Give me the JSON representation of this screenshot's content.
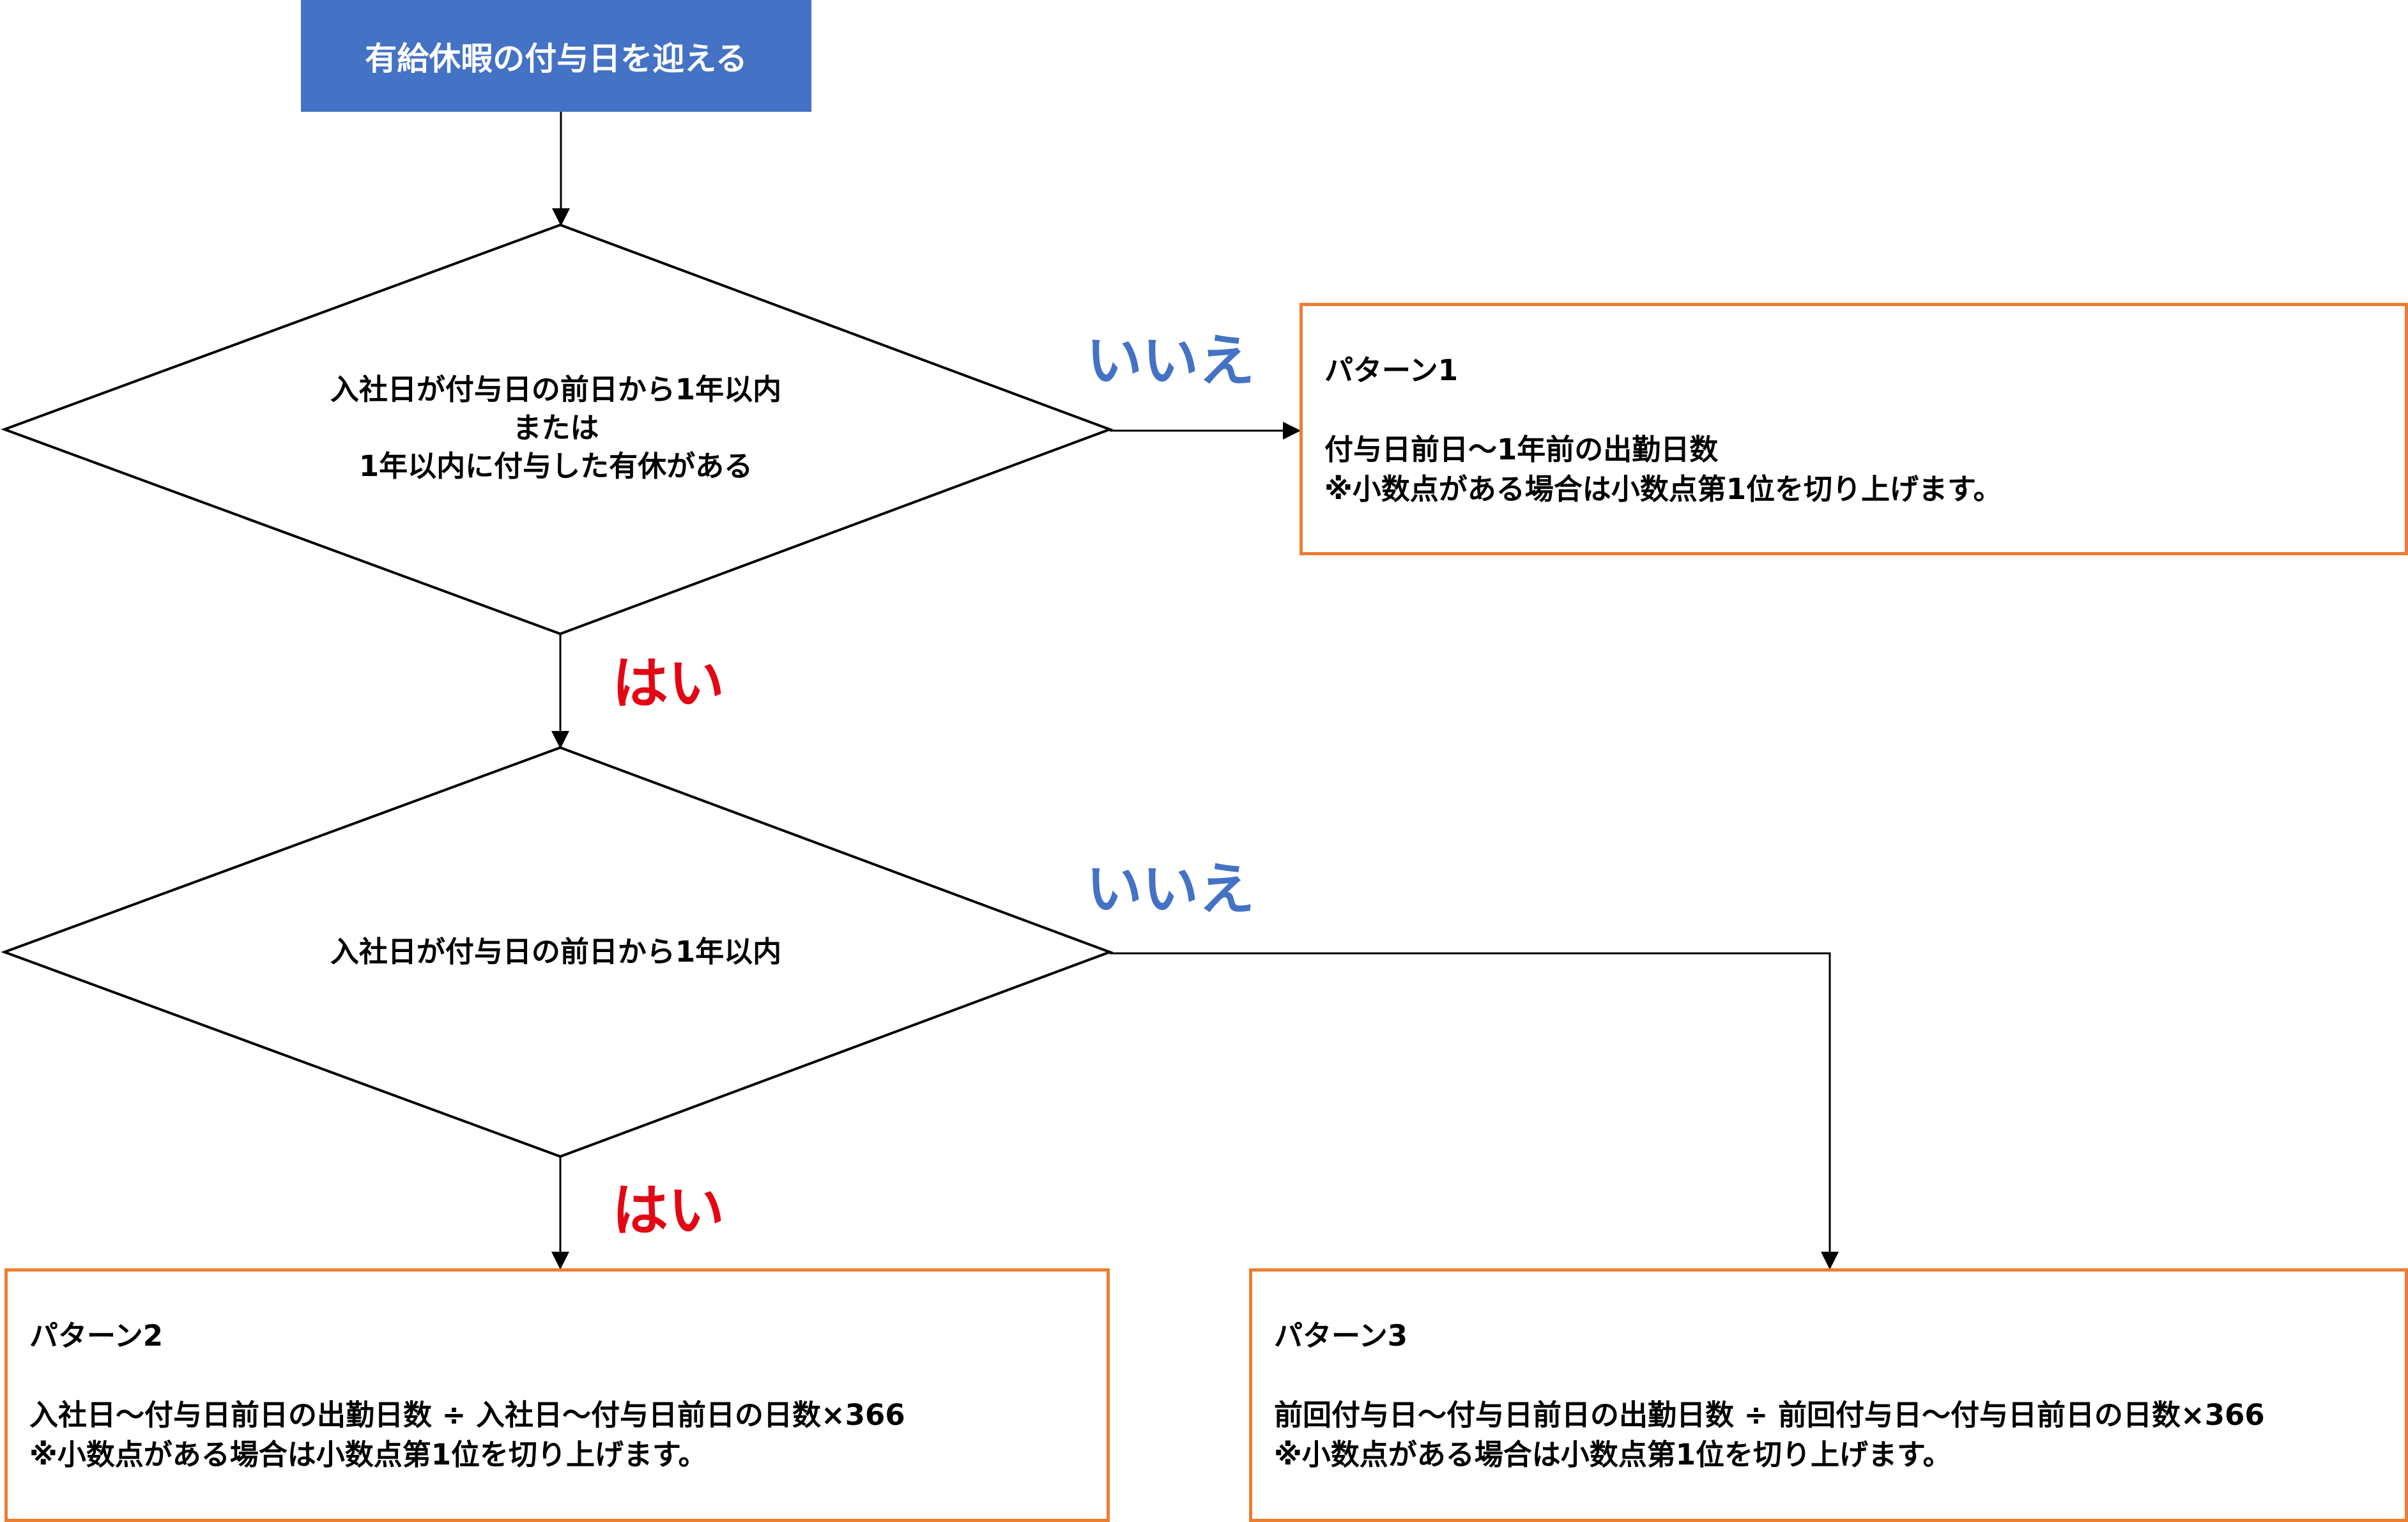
{
  "start": {
    "text": "有給休暇の付与日を迎える"
  },
  "decision1": {
    "lines": [
      "入社日が付与日の前日から1年以内",
      "または",
      "1年以内に付与した有休がある"
    ]
  },
  "decision2": {
    "text": "入社日が付与日の前日から1年以内"
  },
  "answers": {
    "no": "いいえ",
    "yes": "はい"
  },
  "pattern1": {
    "title": "パターン1",
    "formula": "付与日前日〜1年前の出勤日数",
    "note": "※小数点がある場合は小数点第1位を切り上げます。"
  },
  "pattern2": {
    "title": "パターン2",
    "formula": "入社日〜付与日前日の出勤日数 ÷ 入社日〜付与日前日の日数×366",
    "note": "※小数点がある場合は小数点第1位を切り上げます。"
  },
  "pattern3": {
    "title": "パターン3",
    "formula": "前回付与日〜付与日前日の出勤日数 ÷ 前回付与日〜付与日前日の日数×366",
    "note": "※小数点がある場合は小数点第1位を切り上げます。"
  },
  "colors": {
    "start_fill": "#4472C4",
    "result_border": "#ED7D31",
    "no_label": "#4472C4",
    "yes_label": "#E30613",
    "line": "#000000"
  }
}
